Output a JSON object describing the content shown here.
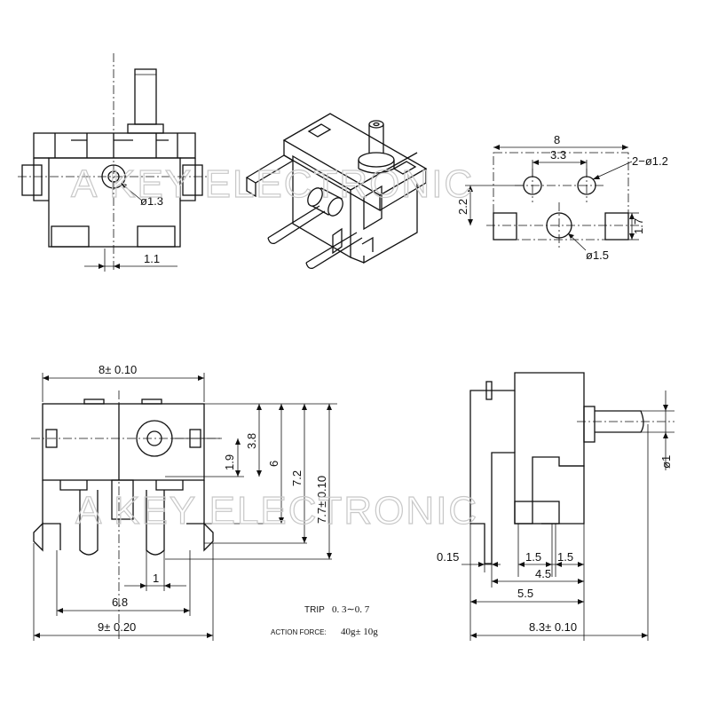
{
  "watermark": "A KEY ELECTRONIC",
  "front_view_top": {
    "hole_dia": "ø1.3",
    "offset": "1.1"
  },
  "footprint": {
    "width": "8",
    "pitch": "3.3",
    "small_holes": "2−ø1.2",
    "row_offset": "2.2",
    "pad_height": "1.7",
    "center_hole": "ø1.5"
  },
  "front_view": {
    "width": "8± 0.10",
    "h1": "1.9",
    "h2": "3.8",
    "h3": "6",
    "h4": "7.2",
    "h5": "7.7± 0.10",
    "pin_width": "1",
    "pin_span": "6.8",
    "total_width": "9± 0.20"
  },
  "side_view": {
    "actuator_dia": "ø1",
    "d1": "0.15",
    "d2": "1.5",
    "d3": "1.5",
    "d4": "4.5",
    "d5": "5.5",
    "depth": "8.3± 0.10"
  },
  "specs": {
    "trip_label": "TRIP",
    "trip_value": "0. 3∼0. 7",
    "force_label": "ACTION FORCE:",
    "force_value": "40g± 10g"
  }
}
